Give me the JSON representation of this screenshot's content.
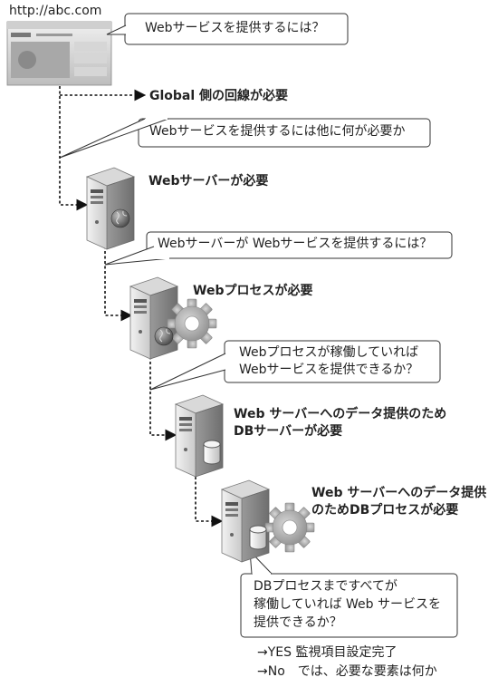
{
  "url": "http://abc.com",
  "bubbles": {
    "q1": "Webサービスを提供するには？",
    "q2": "Webサービスを提供するには他に何が必要か",
    "q3": "Webサーバーが Webサービスを提供するには？",
    "q4_line1": "Webプロセスが稼働していれば",
    "q4_line2": "Webサービスを提供できるか？",
    "q5_line1": "DBプロセスまですべてが",
    "q5_line2": "稼働していれば Web サービスを",
    "q5_line3": "提供できるか？"
  },
  "labels": {
    "global": "Global 側の回線が必要",
    "web_server": "Webサーバーが必要",
    "web_process": "Webプロセスが必要",
    "db_server_line1": "Web サーバーへのデータ提供のため",
    "db_server_line2": "DBサーバーが必要",
    "db_process_line1": "Web サーバーへのデータ提供",
    "db_process_line2": "のためDBプロセスが必要"
  },
  "answers": {
    "yes": "→YES 監視項目設定完了",
    "no": "→No　では、必要な要素は何か"
  }
}
